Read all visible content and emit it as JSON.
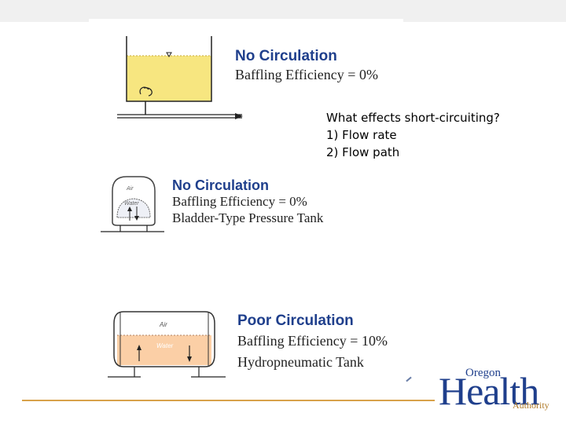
{
  "slide": {
    "note": {
      "question": "What effects short-circuiting?",
      "items": [
        "1) Flow rate",
        "2) Flow path"
      ]
    },
    "panels": [
      {
        "title": "No Circulation",
        "lines": [
          "Baffling Efficiency = 0%"
        ]
      },
      {
        "title": "No Circulation",
        "lines": [
          "Baffling Efficiency = 0%",
          "Bladder-Type Pressure Tank"
        ],
        "air_label": "Air",
        "water_label": "Water"
      },
      {
        "title": "Poor Circulation",
        "lines": [
          "Baffling Efficiency = 10%",
          "Hydropneumatic Tank"
        ],
        "air_label": "Air",
        "water_label": "Water"
      }
    ],
    "logo": {
      "top": "Oregon",
      "main": "Health",
      "bottom": "Authority"
    },
    "colors": {
      "title_blue": "#1f3f8c",
      "water_yellow": "#f7e680",
      "water_peach": "#fbcfa6",
      "rule_gold": "#d8a24a"
    }
  }
}
